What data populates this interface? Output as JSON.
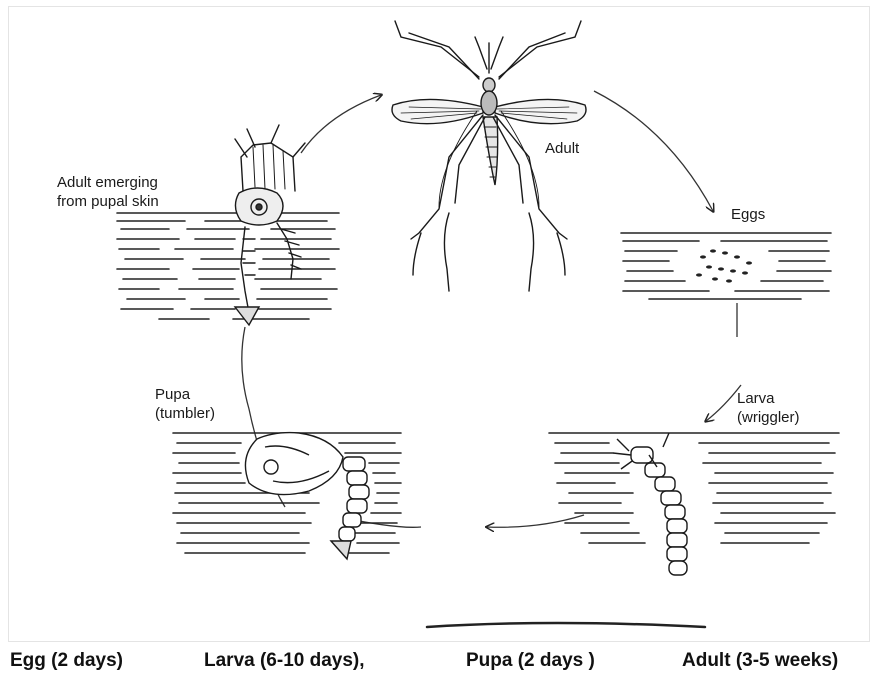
{
  "diagram": {
    "labels": {
      "adult": "Adult",
      "emerging_line1": "Adult emerging",
      "emerging_line2": "from pupal skin",
      "eggs": "Eggs",
      "larva_line1": "Larva",
      "larva_line2": "(wriggler)",
      "pupa_line1": "Pupa",
      "pupa_line2": "(tumbler)"
    }
  },
  "captions": {
    "egg": "Egg (2 days)",
    "larva": "Larva (6-10 days),",
    "pupa": "Pupa (2 days )",
    "adult": "Adult (3-5 weeks)"
  }
}
